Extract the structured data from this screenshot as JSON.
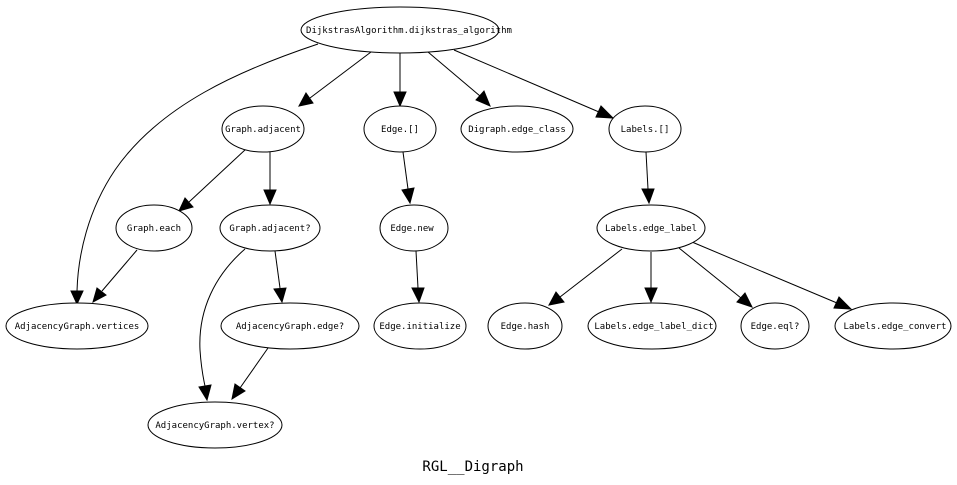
{
  "graph": {
    "title": "RGL__Digraph",
    "nodes": [
      {
        "id": "n_dijkstra",
        "label": "DijkstrasAlgorithm.dijkstras_algorithm"
      },
      {
        "id": "n_graph_adjacent",
        "label": "Graph.adjacent"
      },
      {
        "id": "n_edge_index",
        "label": "Edge.[]"
      },
      {
        "id": "n_digraph_edge_class",
        "label": "Digraph.edge_class"
      },
      {
        "id": "n_labels_index",
        "label": "Labels.[]"
      },
      {
        "id": "n_graph_each",
        "label": "Graph.each"
      },
      {
        "id": "n_graph_adjacent_q",
        "label": "Graph.adjacent?"
      },
      {
        "id": "n_edge_new",
        "label": "Edge.new"
      },
      {
        "id": "n_labels_edge_label",
        "label": "Labels.edge_label"
      },
      {
        "id": "n_adj_vertices",
        "label": "AdjacencyGraph.vertices"
      },
      {
        "id": "n_adj_edge_q",
        "label": "AdjacencyGraph.edge?"
      },
      {
        "id": "n_edge_initialize",
        "label": "Edge.initialize"
      },
      {
        "id": "n_edge_hash",
        "label": "Edge.hash"
      },
      {
        "id": "n_labels_edge_label_dict",
        "label": "Labels.edge_label_dict"
      },
      {
        "id": "n_edge_eql_q",
        "label": "Edge.eql?"
      },
      {
        "id": "n_labels_edge_convert",
        "label": "Labels.edge_convert"
      },
      {
        "id": "n_adj_vertex_q",
        "label": "AdjacencyGraph.vertex?"
      }
    ],
    "edges": [
      {
        "from": "DijkstrasAlgorithm.dijkstras_algorithm",
        "to": "AdjacencyGraph.vertices"
      },
      {
        "from": "DijkstrasAlgorithm.dijkstras_algorithm",
        "to": "Graph.adjacent"
      },
      {
        "from": "DijkstrasAlgorithm.dijkstras_algorithm",
        "to": "Edge.[]"
      },
      {
        "from": "DijkstrasAlgorithm.dijkstras_algorithm",
        "to": "Digraph.edge_class"
      },
      {
        "from": "DijkstrasAlgorithm.dijkstras_algorithm",
        "to": "Labels.[]"
      },
      {
        "from": "Graph.adjacent",
        "to": "Graph.each"
      },
      {
        "from": "Graph.adjacent",
        "to": "Graph.adjacent?"
      },
      {
        "from": "Graph.each",
        "to": "AdjacencyGraph.vertices"
      },
      {
        "from": "Graph.adjacent?",
        "to": "AdjacencyGraph.edge?"
      },
      {
        "from": "Graph.adjacent?",
        "to": "AdjacencyGraph.vertex?"
      },
      {
        "from": "AdjacencyGraph.edge?",
        "to": "AdjacencyGraph.vertex?"
      },
      {
        "from": "Edge.[]",
        "to": "Edge.new"
      },
      {
        "from": "Edge.new",
        "to": "Edge.initialize"
      },
      {
        "from": "Labels.[]",
        "to": "Labels.edge_label"
      },
      {
        "from": "Labels.edge_label",
        "to": "Edge.hash"
      },
      {
        "from": "Labels.edge_label",
        "to": "Labels.edge_label_dict"
      },
      {
        "from": "Labels.edge_label",
        "to": "Edge.eql?"
      },
      {
        "from": "Labels.edge_label",
        "to": "Labels.edge_convert"
      }
    ]
  }
}
